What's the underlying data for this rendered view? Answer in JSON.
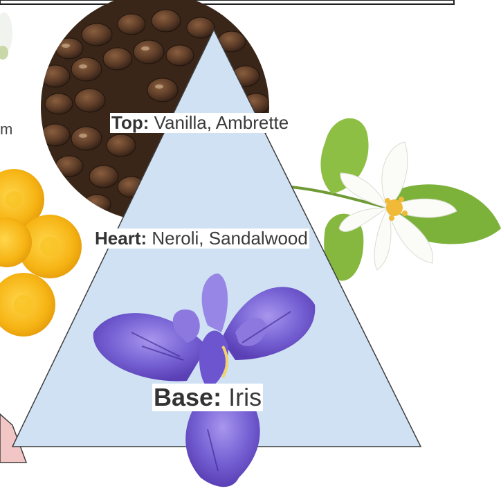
{
  "pyramid": {
    "top": {
      "heading": "Top:",
      "notes": "Vanilla, Ambrette"
    },
    "heart": {
      "heading": "Heart:",
      "notes": "Neroli, Sandalwood"
    },
    "base": {
      "heading": "Base:",
      "notes": "Iris"
    }
  },
  "left_fragment_text": "m",
  "colors": {
    "pyramid_fill": "#cfe1f3",
    "pyramid_stroke": "#3d3d3d",
    "left_pyramid_fill": "#f3c6c6",
    "iris": "#7a63d6",
    "marigold": "#f7b21a",
    "seeds": "#5a3c28",
    "neroli_leaf": "#7cb23a"
  },
  "images": [
    "ambrette-seeds-photo",
    "neroli-blossom-photo",
    "iris-flower-photo",
    "marigold-photo"
  ]
}
